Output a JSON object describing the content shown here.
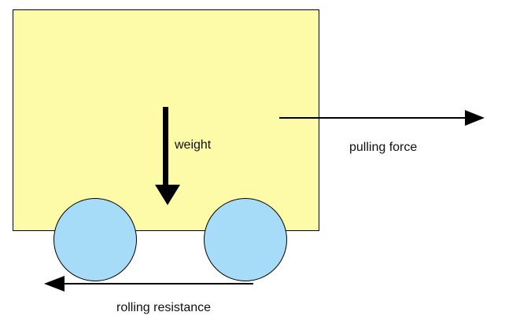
{
  "diagram": {
    "labels": {
      "weight": "weight",
      "pulling_force": "pulling force",
      "rolling_resistance": "rolling resistance"
    },
    "colors": {
      "cart_body": "#fdfaa8",
      "wheel": "#a7dcf8",
      "outline": "#000000",
      "arrow": "#000000"
    }
  }
}
